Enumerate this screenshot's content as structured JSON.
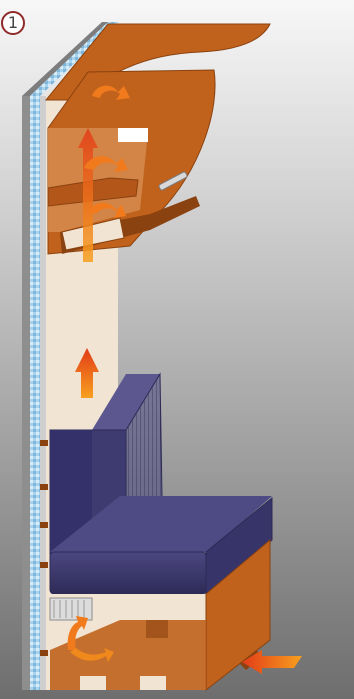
{
  "badge": {
    "number": "1"
  },
  "diagram": {
    "kind": "cutaway illustration of a van interior: insulated wall, overhead cabinet, bench seat with storage box, warm airflow arrows",
    "colors": {
      "background_top": "#f4f4f4",
      "background_bottom": "#7a7a7a",
      "wood": "#c0621c",
      "wood_dark": "#8a4210",
      "panel": "#f1e4d2",
      "insulation": "#9ccbe8",
      "seat": "#3e3b70",
      "seat_dark": "#2d2a56",
      "arrow_hot": "#e8531a",
      "arrow_warm": "#f7a01f",
      "badge_border": "#8e2a2a"
    },
    "parts": [
      "insulated-wall",
      "overhead-cabinet",
      "cabinet-shelf",
      "bench-backrest",
      "bench-seat-cushion",
      "storage-box",
      "heater-vent",
      "airflow-arrows"
    ]
  }
}
